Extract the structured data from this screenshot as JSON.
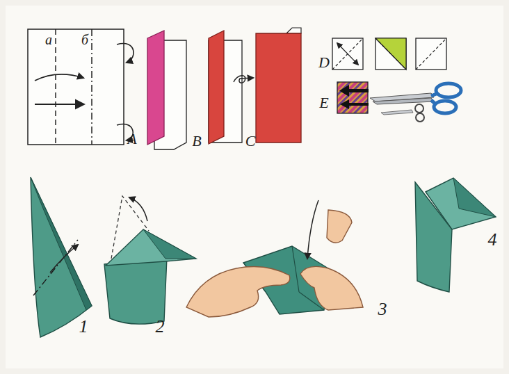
{
  "diagram": {
    "labels": [
      "а",
      "б",
      "A",
      "B",
      "C",
      "D",
      "E",
      "1",
      "2",
      "3",
      "4"
    ]
  }
}
